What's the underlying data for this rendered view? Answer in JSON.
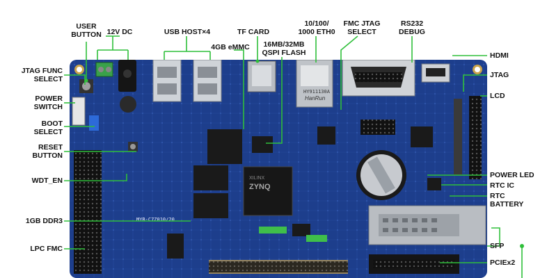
{
  "labels": {
    "user_button": [
      "USER",
      "BUTTON"
    ],
    "dc12v": "12V DC",
    "usb_host": "USB HOST×4",
    "tf_card": "TF CARD",
    "emmc": "4GB eMMC",
    "eth": [
      "10/100/",
      "1000  ETH0"
    ],
    "fmc_jtag": [
      "FMC JTAG",
      "SELECT"
    ],
    "rs232": [
      "RS232",
      "DEBUG"
    ],
    "qspi": [
      "16MB/32MB",
      "QSPI FLASH"
    ],
    "hdmi": "HDMI",
    "jtag": "JTAG",
    "lcd": "LCD",
    "jtag_func": [
      "JTAG FUNC",
      "SELECT"
    ],
    "power_switch": [
      "POWER",
      "SWITCH"
    ],
    "boot_select": [
      "BOOT",
      "SELECT"
    ],
    "reset_button": [
      "RESET",
      "BUTTON"
    ],
    "wdt": "WDT_EN",
    "ddr": "1GB DDR3",
    "lpc_fmc": "LPC FMC",
    "power_led": "POWER LED",
    "rtc_ic": "RTC IC",
    "rtc_battery": [
      "RTC",
      "BATTERY"
    ],
    "sfp": "SFP",
    "pciex2": "PCIEx2"
  },
  "chips": {
    "soc_brand": "XILINX",
    "soc_name": "ZYNQ",
    "eth_text": "HanRun",
    "eth_part": "HY911130A",
    "board_text": "MYB-C7Z010/20"
  },
  "colors": {
    "pcb": "#1d3e8c",
    "pcb_dark": "#13296a",
    "leader_line": "#2fbf3a",
    "gold": "#c9a24a",
    "chip": "#1a1a1a"
  }
}
